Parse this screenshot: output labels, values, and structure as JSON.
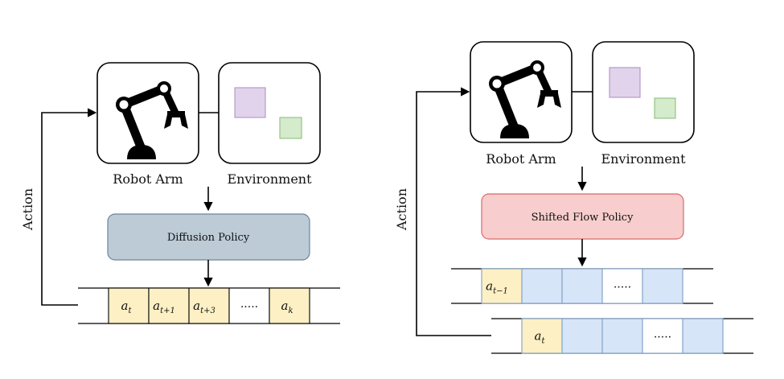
{
  "left": {
    "robot_label": "Robot Arm",
    "env_label": "Environment",
    "policy_label": "Diffusion Policy",
    "action_label": "Action",
    "cells": [
      {
        "base": "a",
        "sub": "t"
      },
      {
        "base": "a",
        "sub": "t+1"
      },
      {
        "base": "a",
        "sub": "t+3"
      },
      {
        "base": "",
        "sub": "",
        "dots": "....."
      },
      {
        "base": "a",
        "sub": "k"
      }
    ]
  },
  "right": {
    "robot_label": "Robot Arm",
    "env_label": "Environment",
    "policy_label": "Shifted Flow Policy",
    "action_label": "Action",
    "row1": [
      {
        "base": "a",
        "sub": "t−1"
      },
      {
        "base": "",
        "sub": ""
      },
      {
        "base": "",
        "sub": ""
      },
      {
        "base": "",
        "sub": "",
        "dots": "....."
      },
      {
        "base": "",
        "sub": ""
      }
    ],
    "row2": [
      {
        "base": "a",
        "sub": "t"
      },
      {
        "base": "",
        "sub": ""
      },
      {
        "base": "",
        "sub": ""
      },
      {
        "base": "",
        "sub": "",
        "dots": "....."
      },
      {
        "base": "",
        "sub": ""
      }
    ]
  },
  "colors": {
    "diffusion_fill": "#bccbd6",
    "flow_fill": "#f8cdcd",
    "flow_stroke": "#d96a6a",
    "action_cell": "#fdf0c4",
    "shift_cell": "#d6e5f7",
    "env_purple": "#e2d3ec",
    "env_green": "#d4ebcc"
  }
}
